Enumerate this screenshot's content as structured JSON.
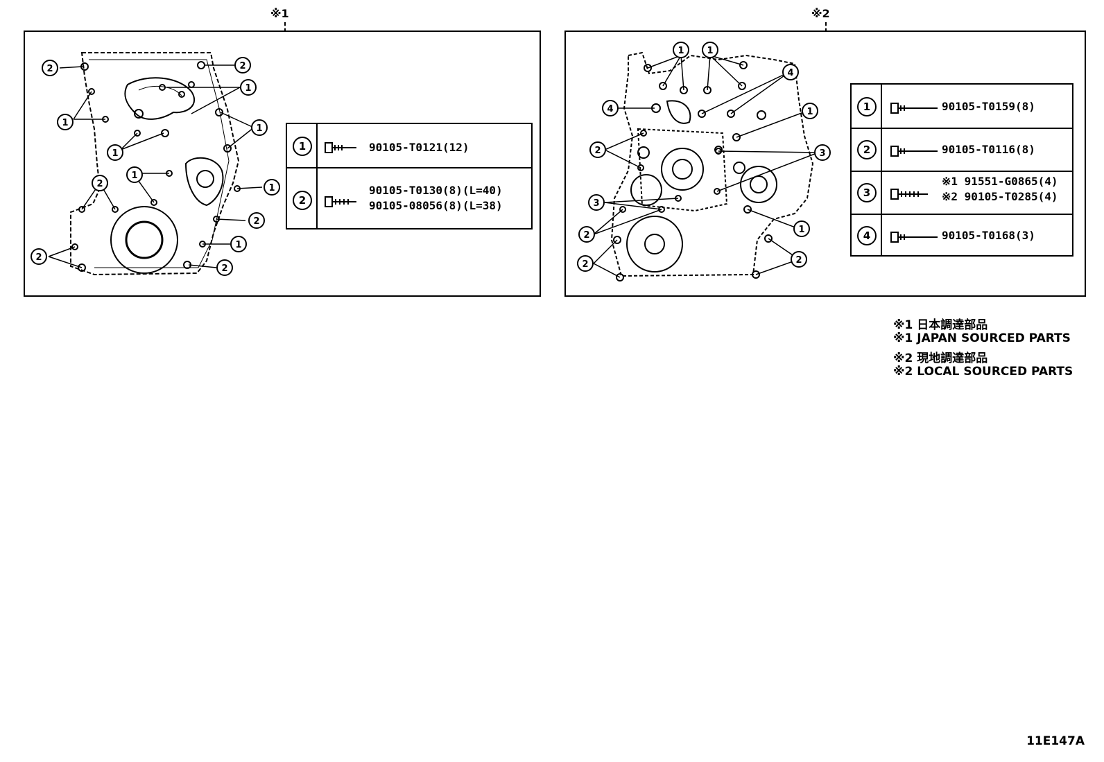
{
  "panel1": {
    "mark": "※1",
    "table": [
      {
        "num": "1",
        "parts": [
          "90105-T0121(12)"
        ]
      },
      {
        "num": "2",
        "parts": [
          "90105-T0130(8)(L=40)",
          "90105-08056(8)(L=38)"
        ]
      }
    ]
  },
  "panel2": {
    "mark": "※2",
    "table": [
      {
        "num": "1",
        "parts": [
          "90105-T0159(8)"
        ]
      },
      {
        "num": "2",
        "parts": [
          "90105-T0116(8)"
        ]
      },
      {
        "num": "3",
        "parts": [
          "※1 91551-G0865(4)",
          "※2 90105-T0285(4)"
        ]
      },
      {
        "num": "4",
        "parts": [
          "90105-T0168(3)"
        ]
      }
    ]
  },
  "notes": [
    "※1 日本調達部品",
    "※1 JAPAN SOURCED PARTS",
    "※2 現地調達部品",
    "※2 LOCAL SOURCED PARTS"
  ],
  "figure_code": "11E147A"
}
